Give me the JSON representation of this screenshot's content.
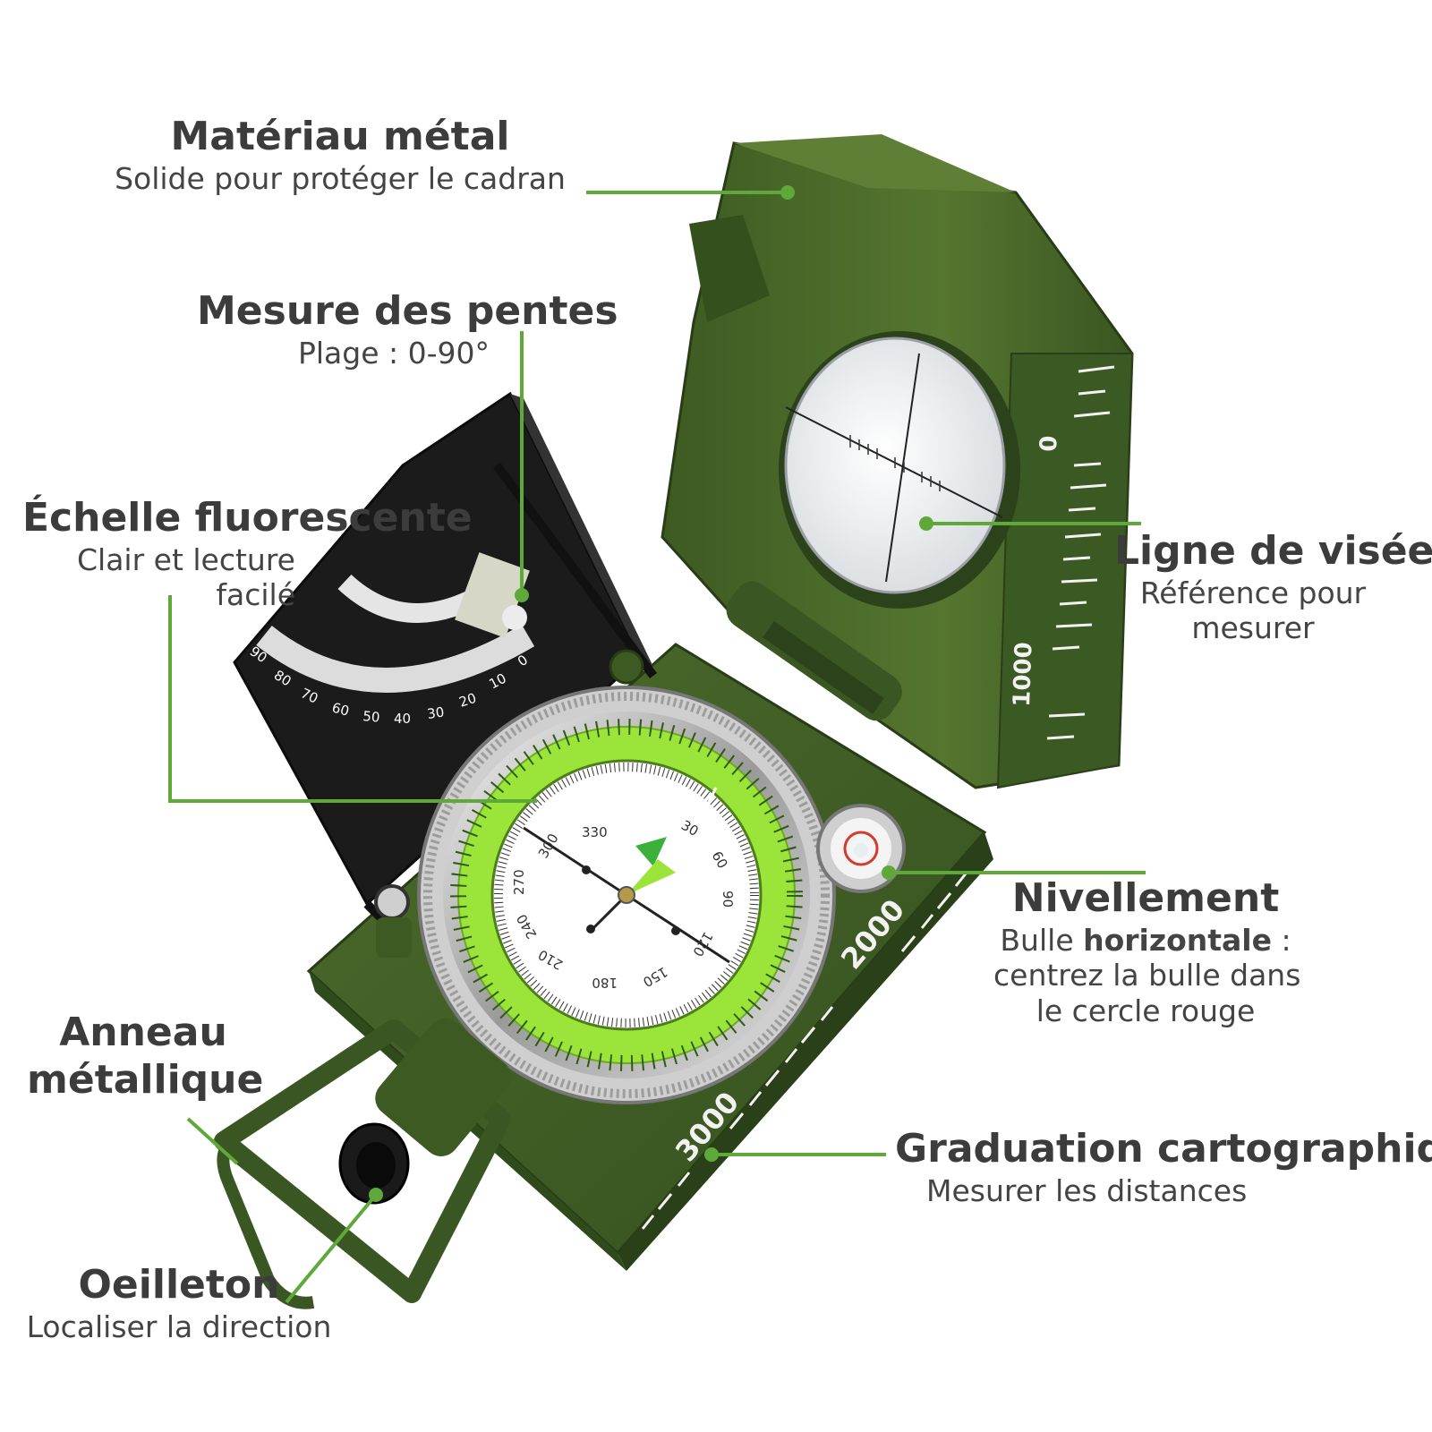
{
  "colors": {
    "accent_green": "#5fa83a",
    "compass_body": "#3f5a25",
    "compass_dark": "#2c421a",
    "luminous": "#9be53a"
  },
  "annotations": {
    "material": {
      "title": "Matériau métal",
      "subtitle": "Solide pour protéger le cadran"
    },
    "slope": {
      "title": "Mesure des pentes",
      "subtitle": "Plage : 0-90°"
    },
    "fluorescent": {
      "title": "Échelle fluorescente",
      "line1": "Clair et lecture",
      "line2": "facilé"
    },
    "sight": {
      "title": "Ligne de visée",
      "line1": "Référence pour",
      "line2": "mesurer"
    },
    "level": {
      "title": "Nivellement",
      "line1_pre": "Bulle ",
      "line1_bold": "horizontale",
      "line1_post": " :",
      "line2": "centrez la bulle dans",
      "line3": "le cercle rouge"
    },
    "ring": {
      "title_line1": "Anneau",
      "title_line2": "métallique"
    },
    "map_scale": {
      "title": "Graduation cartographique",
      "subtitle": "Mesurer les distances"
    },
    "eyepiece": {
      "title": "Oeilleton",
      "subtitle": "Localiser la direction"
    }
  },
  "compass_markings": {
    "lid_scale": [
      "0",
      "1000"
    ],
    "base_scale": [
      "2000",
      "3000"
    ],
    "clinometer": [
      "90",
      "80",
      "70",
      "60",
      "50",
      "40",
      "30",
      "20",
      "10",
      "0"
    ],
    "dial": [
      "330",
      "300",
      "270",
      "240",
      "210",
      "180",
      "150",
      "120",
      "90",
      "60",
      "30"
    ]
  }
}
